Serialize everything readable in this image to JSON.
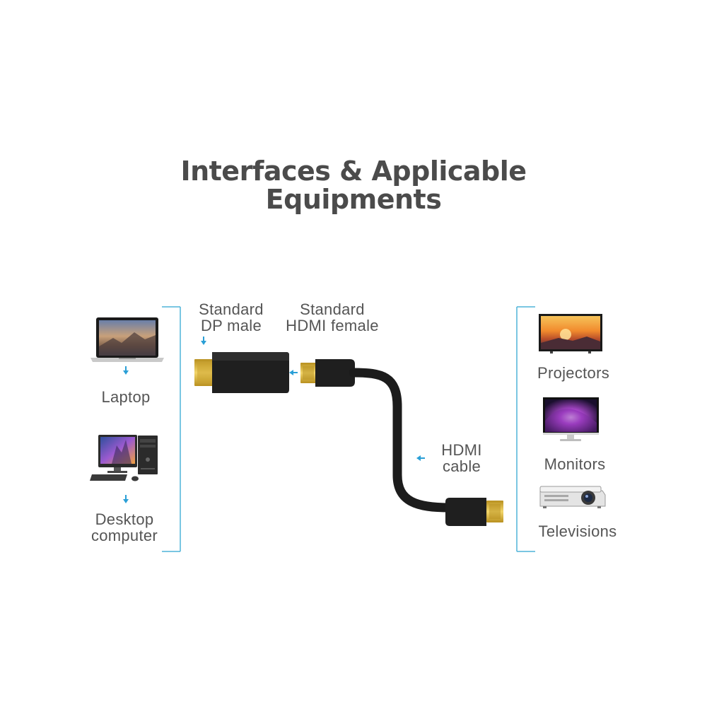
{
  "title": {
    "line1": "Interfaces & Applicable",
    "line2": "Equipments"
  },
  "left_devices": {
    "laptop": "Laptop",
    "desktop_line1": "Desktop",
    "desktop_line2": "computer"
  },
  "connectors": {
    "dp_line1": "Standard",
    "dp_line2": "DP male",
    "hdmi_female_line1": "Standard",
    "hdmi_female_line2": "HDMI female",
    "cable_line1": "HDMI",
    "cable_line2": "cable"
  },
  "right_devices": {
    "item1": "Projectors",
    "item2": "Monitors",
    "item3": "Televisions"
  },
  "colors": {
    "bracket": "#4fb3d9",
    "arrow": "#2a9fd6",
    "text": "#555555",
    "title": "#4b4b4b",
    "connector_gold": "#d6b33a",
    "cable_black": "#1c1c1c"
  }
}
